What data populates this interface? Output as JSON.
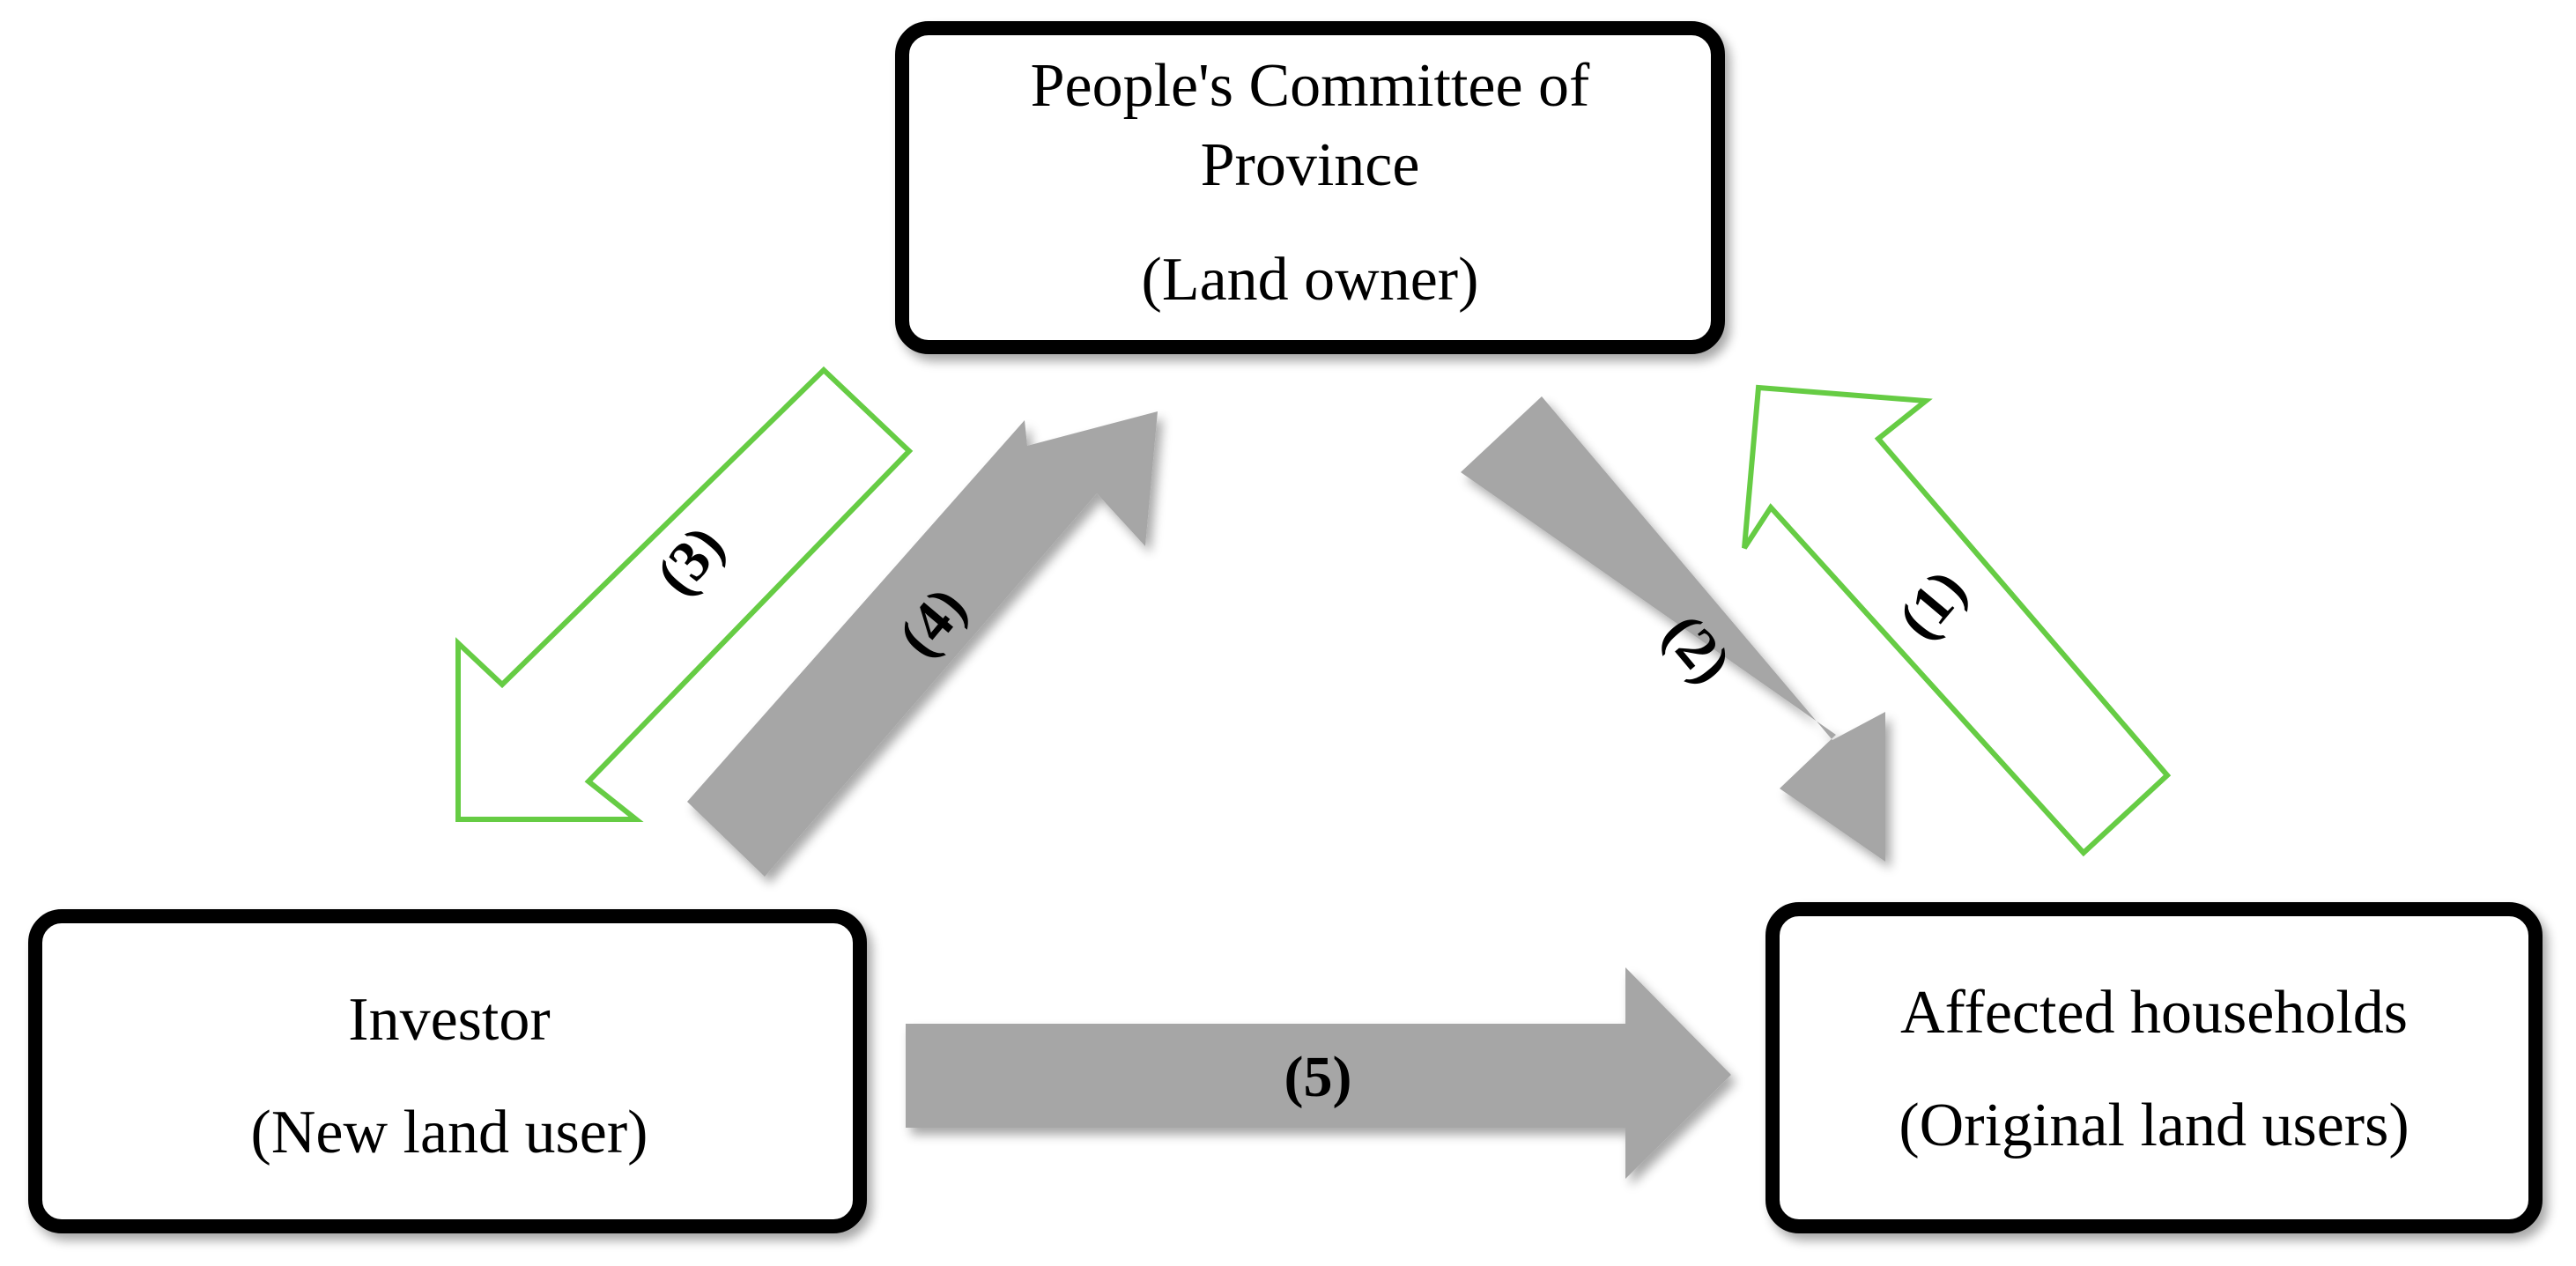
{
  "diagram": {
    "colors": {
      "box_border": "#000000",
      "solid_arrow": "#a6a6a6",
      "outline_arrow": "#66cc44",
      "text": "#000000"
    },
    "nodes": {
      "province": {
        "line1": "People's Committee of",
        "line2": "Province",
        "line3": "(Land owner)"
      },
      "investor": {
        "line1": "Investor",
        "line2": "(New land user)"
      },
      "households": {
        "line1": "Affected households",
        "line2": "(Original land users)"
      }
    },
    "arrows": [
      {
        "id": "1",
        "label": "(1)",
        "style": "outline",
        "from": "households",
        "to": "province"
      },
      {
        "id": "2",
        "label": "(2)",
        "style": "solid",
        "from": "province",
        "to": "households"
      },
      {
        "id": "3",
        "label": "(3)",
        "style": "outline",
        "from": "province",
        "to": "investor"
      },
      {
        "id": "4",
        "label": "(4)",
        "style": "solid",
        "from": "investor",
        "to": "province"
      },
      {
        "id": "5",
        "label": "(5)",
        "style": "solid",
        "from": "investor",
        "to": "households"
      }
    ]
  }
}
